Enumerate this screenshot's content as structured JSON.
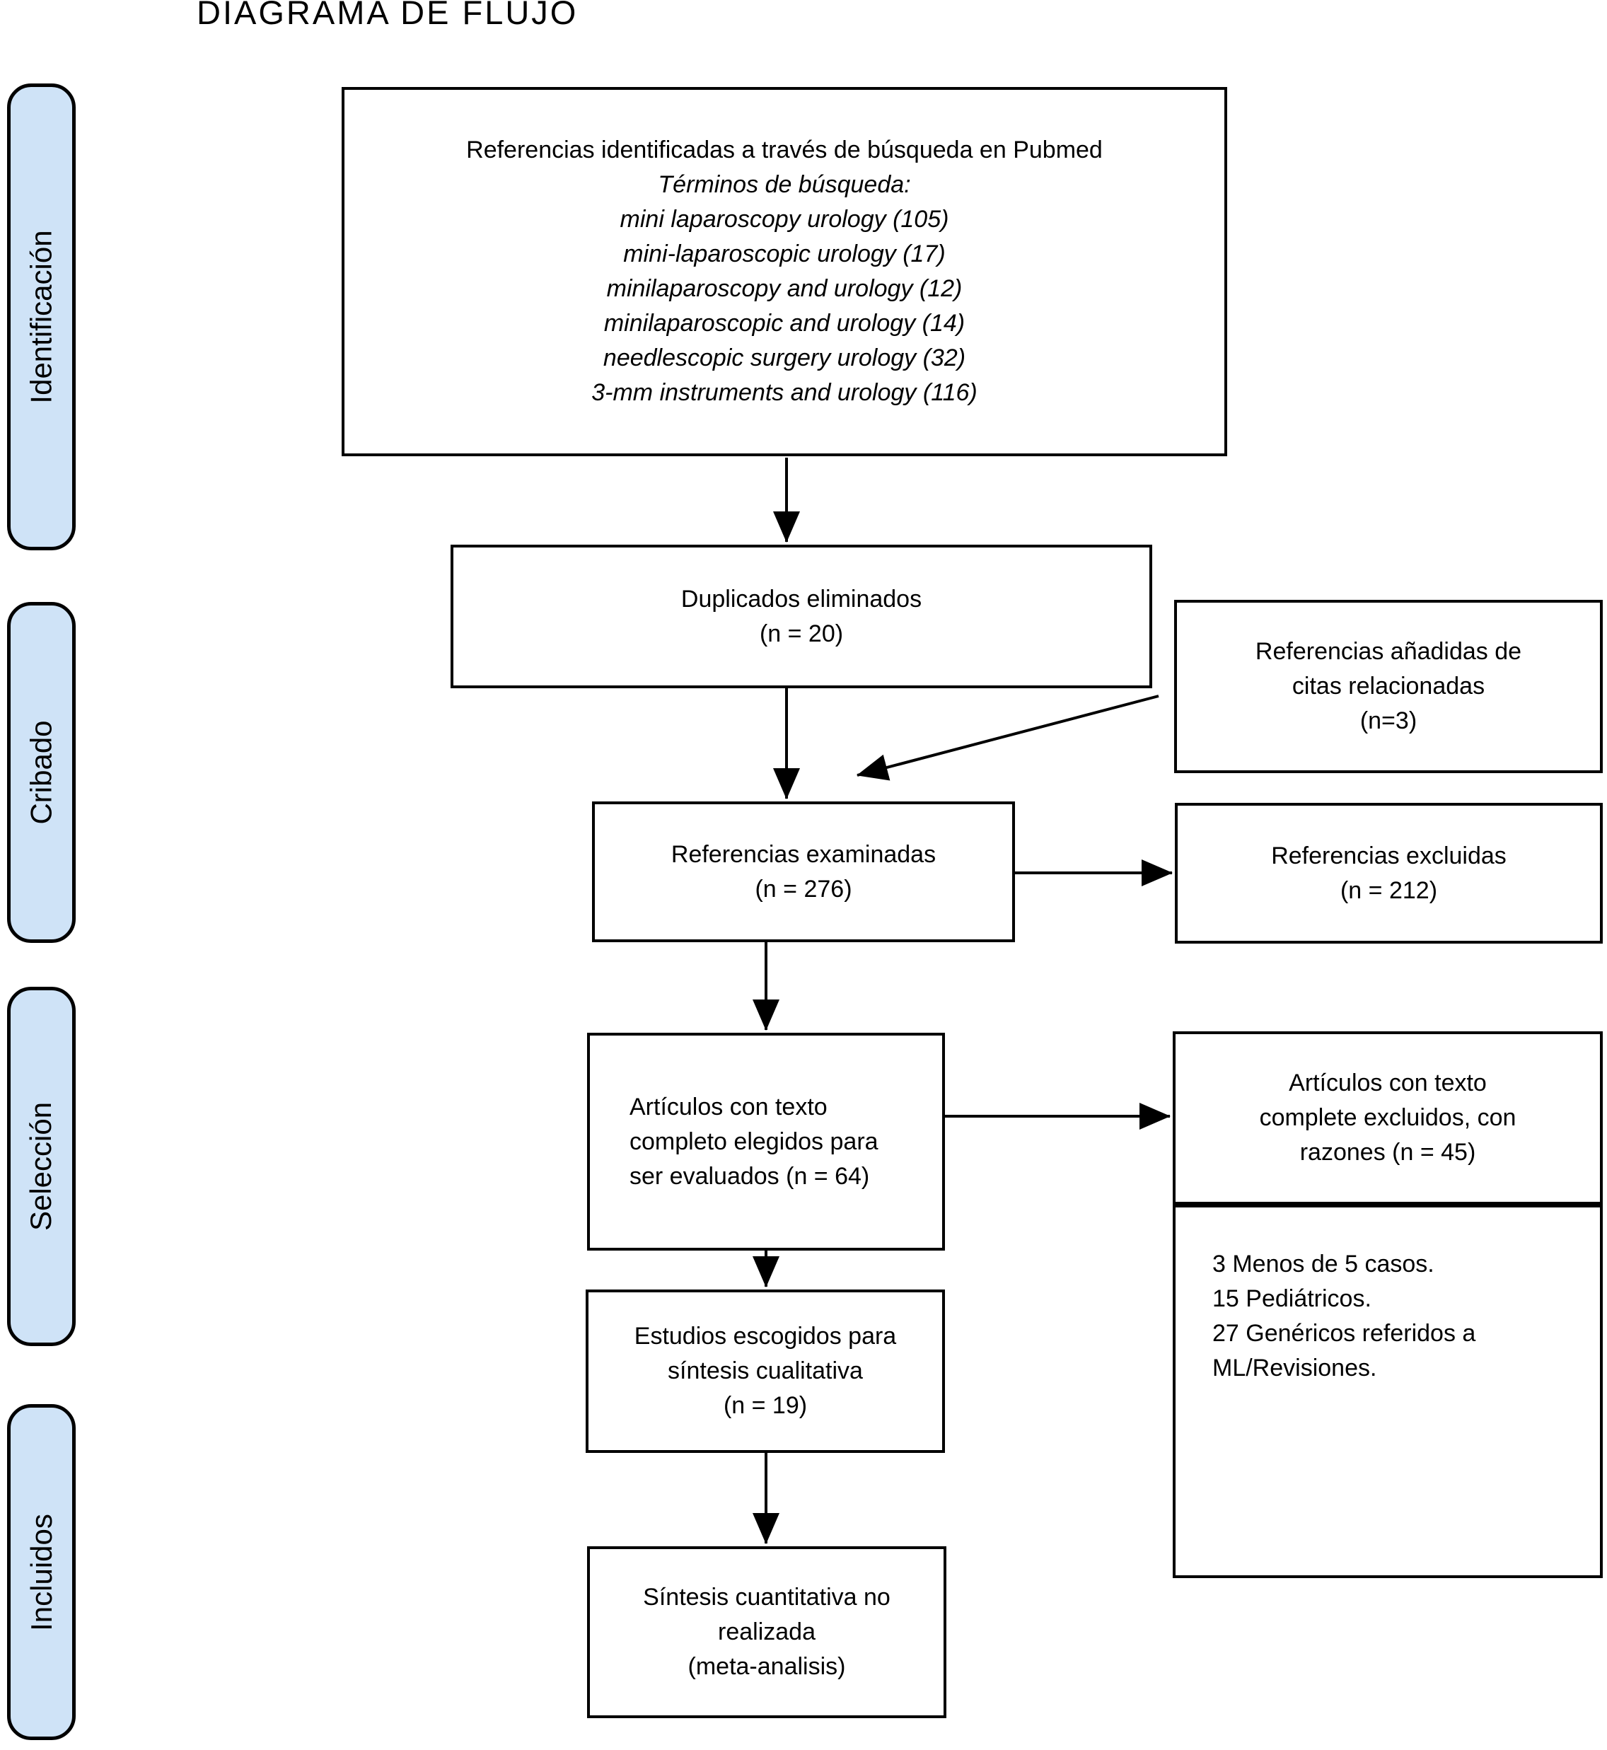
{
  "title": "DIAGRAMA DE FLUJO",
  "sidebar": {
    "stages": [
      {
        "label": "Identificación"
      },
      {
        "label": "Cribado"
      },
      {
        "label": "Selección"
      },
      {
        "label": "Incluidos"
      }
    ]
  },
  "boxes": {
    "identified": {
      "heading": "Referencias identificadas a través de búsqueda en Pubmed",
      "terms_title": "Términos de búsqueda:",
      "terms": [
        "mini laparoscopy urology (105)",
        "mini-laparoscopic urology (17)",
        "minilaparoscopy and urology (12)",
        "minilaparoscopic and urology (14)",
        "needlescopic surgery urology (32)",
        "3-mm instruments and urology (116)"
      ]
    },
    "duplicates_removed": {
      "lines": [
        "Duplicados eliminados",
        "(n = 20)"
      ]
    },
    "added_references": {
      "lines": [
        "Referencias añadidas de",
        "citas relacionadas",
        "(n=3)"
      ]
    },
    "screened": {
      "lines": [
        "Referencias examinadas",
        "(n = 276)"
      ]
    },
    "excluded": {
      "lines": [
        "Referencias excluidas",
        "(n = 212)"
      ]
    },
    "fulltext_assessed": {
      "lines": [
        "Artículos con texto",
        "completo elegidos para",
        "ser evaluados (n = 64)"
      ]
    },
    "fulltext_excluded": {
      "lines": [
        "Artículos con texto",
        "complete excluidos, con",
        "razones (n = 45)"
      ]
    },
    "exclusion_reasons": {
      "lines": [
        "3 Menos de 5 casos.",
        "15 Pediátricos.",
        "27 Genéricos referidos a",
        "ML/Revisiones."
      ]
    },
    "qualitative_synthesis": {
      "lines": [
        "Estudios escogidos para",
        "síntesis cualitativa",
        "(n = 19)"
      ]
    },
    "quantitative_synthesis": {
      "lines": [
        "Síntesis cuantitativa no",
        "realizada",
        "(meta-analisis)"
      ]
    }
  },
  "colors": {
    "stage_fill": "#cfe3f7",
    "border": "#000000",
    "text": "#000000",
    "background": "#ffffff"
  }
}
